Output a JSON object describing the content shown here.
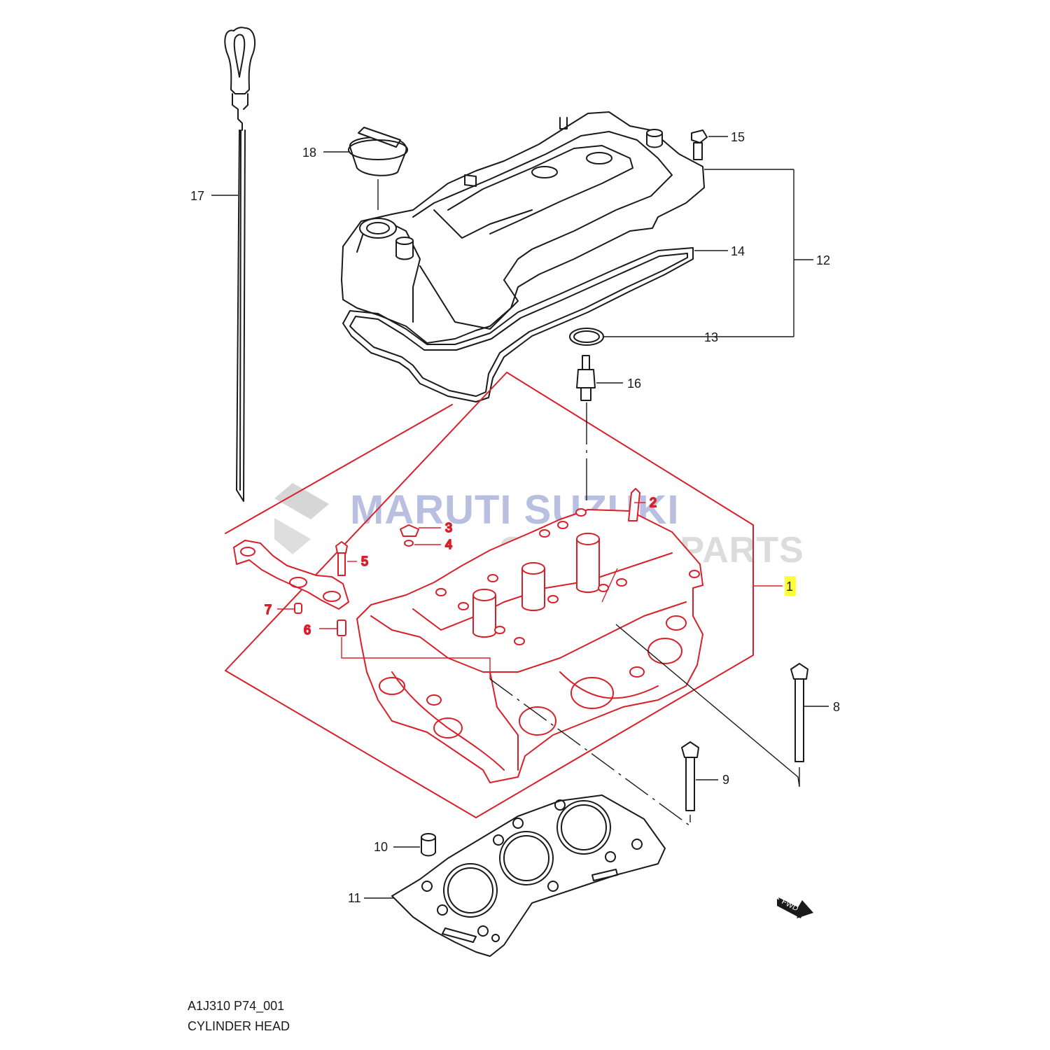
{
  "watermark": {
    "line1": "MARUTI SUZUKI",
    "line2": "GENUINE PARTS"
  },
  "callouts": [
    {
      "id": "c1",
      "label": "1",
      "highlighted": true
    },
    {
      "id": "c2",
      "label": "2"
    },
    {
      "id": "c3",
      "label": "3"
    },
    {
      "id": "c4",
      "label": "4"
    },
    {
      "id": "c5",
      "label": "5"
    },
    {
      "id": "c6",
      "label": "6"
    },
    {
      "id": "c7",
      "label": "7"
    },
    {
      "id": "c8",
      "label": "8"
    },
    {
      "id": "c9",
      "label": "9"
    },
    {
      "id": "c10",
      "label": "10"
    },
    {
      "id": "c11",
      "label": "11"
    },
    {
      "id": "c12",
      "label": "12"
    },
    {
      "id": "c13",
      "label": "13"
    },
    {
      "id": "c14",
      "label": "14"
    },
    {
      "id": "c15",
      "label": "15"
    },
    {
      "id": "c16",
      "label": "16"
    },
    {
      "id": "c17",
      "label": "17"
    },
    {
      "id": "c18",
      "label": "18"
    }
  ],
  "fwd_label": "FWD",
  "caption": {
    "code": "A1J310 P74_001",
    "title": "CYLINDER HEAD"
  },
  "colors": {
    "assembly_red": "#d8202a",
    "highlight": "#ffff33",
    "line": "#1a1a1a"
  },
  "icons": [
    "suzuki-logo-icon",
    "fwd-arrow-icon"
  ]
}
